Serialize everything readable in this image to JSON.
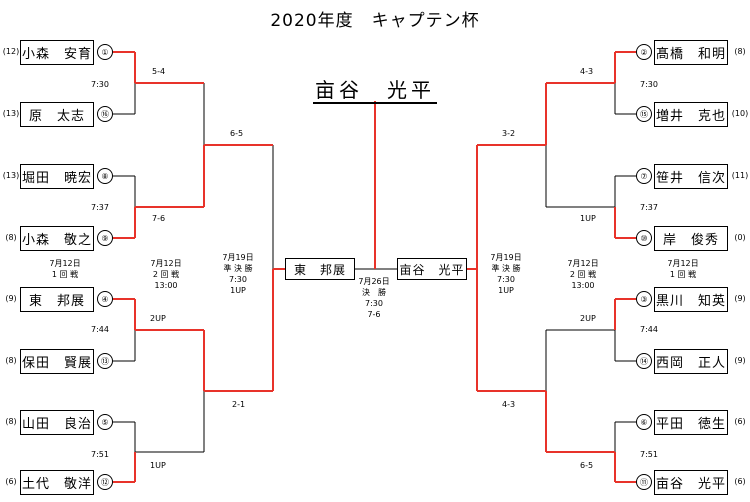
{
  "title": "2020年度　キャプテン杯",
  "champion": "亩谷　光平",
  "players": [
    {
      "name": "小森　安育",
      "club": "(12)",
      "seed": "①"
    },
    {
      "name": "原　太志",
      "club": "(13)",
      "seed": "⑯"
    },
    {
      "name": "堀田　暁宏",
      "club": "(13)",
      "seed": "⑧"
    },
    {
      "name": "小森　敬之",
      "club": "(8)",
      "seed": "⑨"
    },
    {
      "name": "東　邦展",
      "club": "(9)",
      "seed": "④"
    },
    {
      "name": "保田　賢展",
      "club": "(8)",
      "seed": "⑬"
    },
    {
      "name": "山田　良治",
      "club": "(8)",
      "seed": "⑤"
    },
    {
      "name": "土代　敬洋",
      "club": "(6)",
      "seed": "⑫"
    },
    {
      "name": "髙橋　和明",
      "club": "(8)",
      "seed": "②"
    },
    {
      "name": "増井　克也",
      "club": "(10)",
      "seed": "⑮"
    },
    {
      "name": "笹井　信次",
      "club": "(11)",
      "seed": "⑦"
    },
    {
      "name": "岸　俊秀",
      "club": "(0)",
      "seed": "⑩"
    },
    {
      "name": "黒川　知英",
      "club": "(9)",
      "seed": "③"
    },
    {
      "name": "西岡　正人",
      "club": "(9)",
      "seed": "⑭"
    },
    {
      "name": "平田　徳生",
      "club": "(6)",
      "seed": "⑥"
    },
    {
      "name": "亩谷　光平",
      "club": "(6)",
      "seed": "⑪"
    }
  ],
  "finalists": {
    "left": "東　邦展",
    "right": "亩谷　光平"
  },
  "scores": {
    "r1": [
      "5-4",
      "7-6",
      "2UP",
      "1UP",
      "4-3",
      "1UP",
      "2UP",
      "6-5"
    ],
    "qf": [
      "6-5",
      "2-1",
      "3-2",
      "4-3"
    ]
  },
  "tee_times": {
    "r1": [
      "7:30",
      "7:37",
      "7:44",
      "7:51",
      "7:30",
      "7:37",
      "7:44",
      "7:51"
    ]
  },
  "round_info": {
    "r1_left": {
      "date": "7月12日",
      "name": "1 回 戦"
    },
    "r2_left": {
      "date": "7月12日",
      "name": "2 回 戦",
      "time": "13:00"
    },
    "sf_left": {
      "date": "7月19日",
      "name": "準 決 勝",
      "time": "7:30",
      "result": "1UP"
    },
    "final": {
      "date": "7月26日",
      "name": "決　勝",
      "time": "7:30",
      "result": "7-6"
    },
    "sf_right": {
      "date": "7月19日",
      "name": "準 決 勝",
      "time": "7:30",
      "result": "1UP"
    },
    "r2_right": {
      "date": "7月12日",
      "name": "2 回 戦",
      "time": "13:00"
    },
    "r1_right": {
      "date": "7月12日",
      "name": "1 回 戦"
    }
  },
  "colors": {
    "winner": "#e8332a",
    "line": "#000000"
  }
}
